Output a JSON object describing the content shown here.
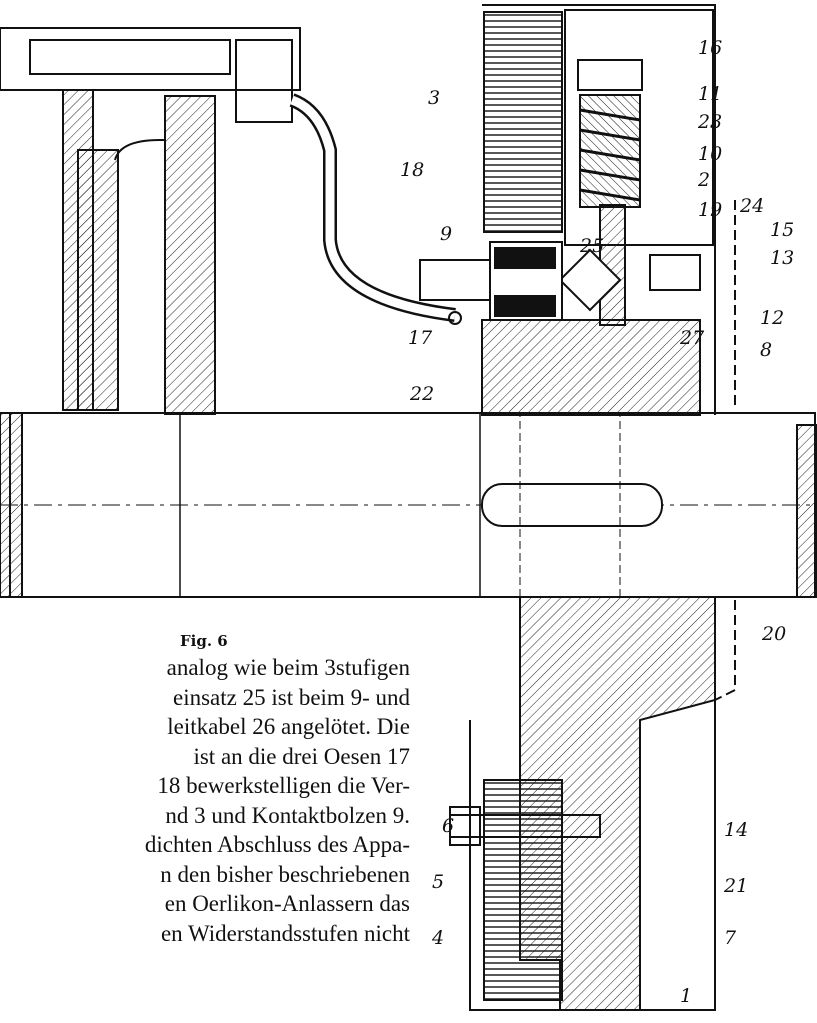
{
  "figure": {
    "caption": "Fig. 6",
    "labels": [
      "1",
      "2",
      "3",
      "4",
      "5",
      "6",
      "7",
      "8",
      "9",
      "10",
      "11",
      "12",
      "13",
      "14",
      "15",
      "16",
      "17",
      "18",
      "19",
      "20",
      "21",
      "22",
      "23",
      "24",
      "25",
      "27"
    ]
  },
  "text_lines": [
    "analog wie beim 3stufigen",
    "einsatz 25 ist beim 9- und",
    "leitkabel 26 angelötet. Die",
    "ist an die drei Oesen 17",
    "18 bewerkstelligen die Ver-",
    "nd 3 und Kontaktbolzen 9.",
    "dichten Abschluss des Appa-",
    "n den bisher beschriebenen",
    "en Oerlikon-Anlassern das",
    "en Widerstandsstufen nicht"
  ]
}
